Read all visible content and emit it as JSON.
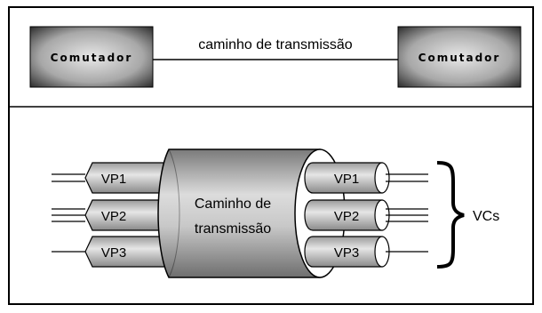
{
  "top": {
    "left_switch": "Comutador",
    "right_switch": "Comutador",
    "link_label": "caminho de transmissão"
  },
  "bottom": {
    "center_label_line1": "Caminho de",
    "center_label_line2": "transmissão",
    "left_paths": [
      "VP1",
      "VP2",
      "VP3"
    ],
    "right_paths": [
      "VP1",
      "VP2",
      "VP3"
    ],
    "brace_label": "VCs"
  }
}
